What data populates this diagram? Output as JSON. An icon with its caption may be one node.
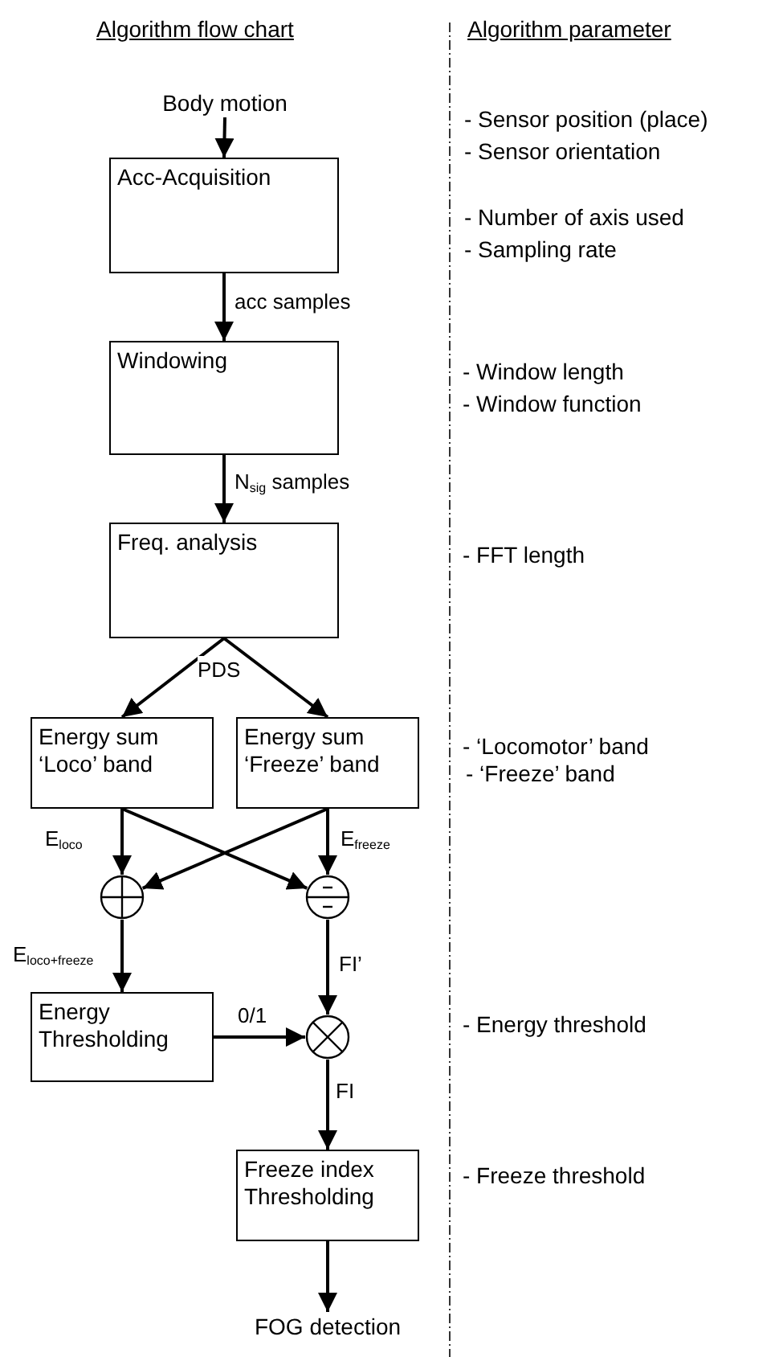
{
  "diagram": {
    "nodes": [
      {
        "text": [
          "Body motion"
        ]
      },
      {
        "text": [
          "Acc-Acquisition"
        ]
      },
      {
        "text": [
          "Windowing"
        ]
      },
      {
        "text": [
          "Freq. analysis"
        ]
      },
      {
        "text": [
          "Energy sum ‘Loco’ band"
        ]
      },
      {
        "text": [
          "Energy sum ‘Freeze’ band"
        ]
      },
      {
        "text": [],
        "shape": "circle"
      },
      {
        "text": [],
        "shape": "circle"
      },
      {
        "text": [
          "Energy Thresholding"
        ]
      },
      {
        "text": [],
        "shape": "circle"
      },
      {
        "text": [
          "Freeze index Thresholding"
        ]
      },
      {
        "text": [
          "FOG detection"
        ]
      }
    ],
    "edges": [
      {
        "from": 0,
        "to": 1,
        "arrow": "to"
      },
      {
        "from": 1,
        "to": 2,
        "arrow": "to",
        "label": "acc samples"
      },
      {
        "from": 2,
        "to": 3,
        "arrow": "to",
        "label": "N$_{sig}$ samples"
      },
      {
        "from": 3,
        "to": 4,
        "arrow": "to"
      },
      {
        "from": 3,
        "to": 5,
        "arrow": "to"
      },
      {
        "from": 4,
        "to": 6,
        "arrow": "to",
        "label": "E$_{loco}$"
      },
      {
        "from": 4,
        "to": 7,
        "arrow": "to"
      },
      {
        "from": 5,
        "to": 7,
        "arrow": "to",
        "label": "E$_{freeze}$"
      },
      {
        "from": 5,
        "to": 6,
        "arrow": "to"
      },
      {
        "from": 6,
        "to": 8,
        "arrow": "to",
        "label": "E$_{loco+freeze}$"
      },
      {
        "from": 7,
        "to": 9,
        "arrow": "to",
        "label": "FI’"
      },
      {
        "from": 8,
        "to": 9,
        "arrow": "to",
        "label": "0/1"
      },
      {
        "from": 9,
        "to": 10,
        "arrow": "to",
        "label": "FI"
      },
      {
        "from": 10,
        "to": 11,
        "arrow": "to"
      }
    ],
    "labels": [
      "Algorithm flow chart",
      "Algorithm parameter",
      "- Sensor position (place)",
      "- Sensor orientation",
      "- Number of axis used",
      "- Sampling rate",
      "- Window length",
      "- Window function",
      "- FFT length",
      "PDS",
      "- ‘Locomotor’ band",
      "- ‘Freeze’ band",
      "- Energy threshold",
      "- Freeze threshold"
    ]
  }
}
